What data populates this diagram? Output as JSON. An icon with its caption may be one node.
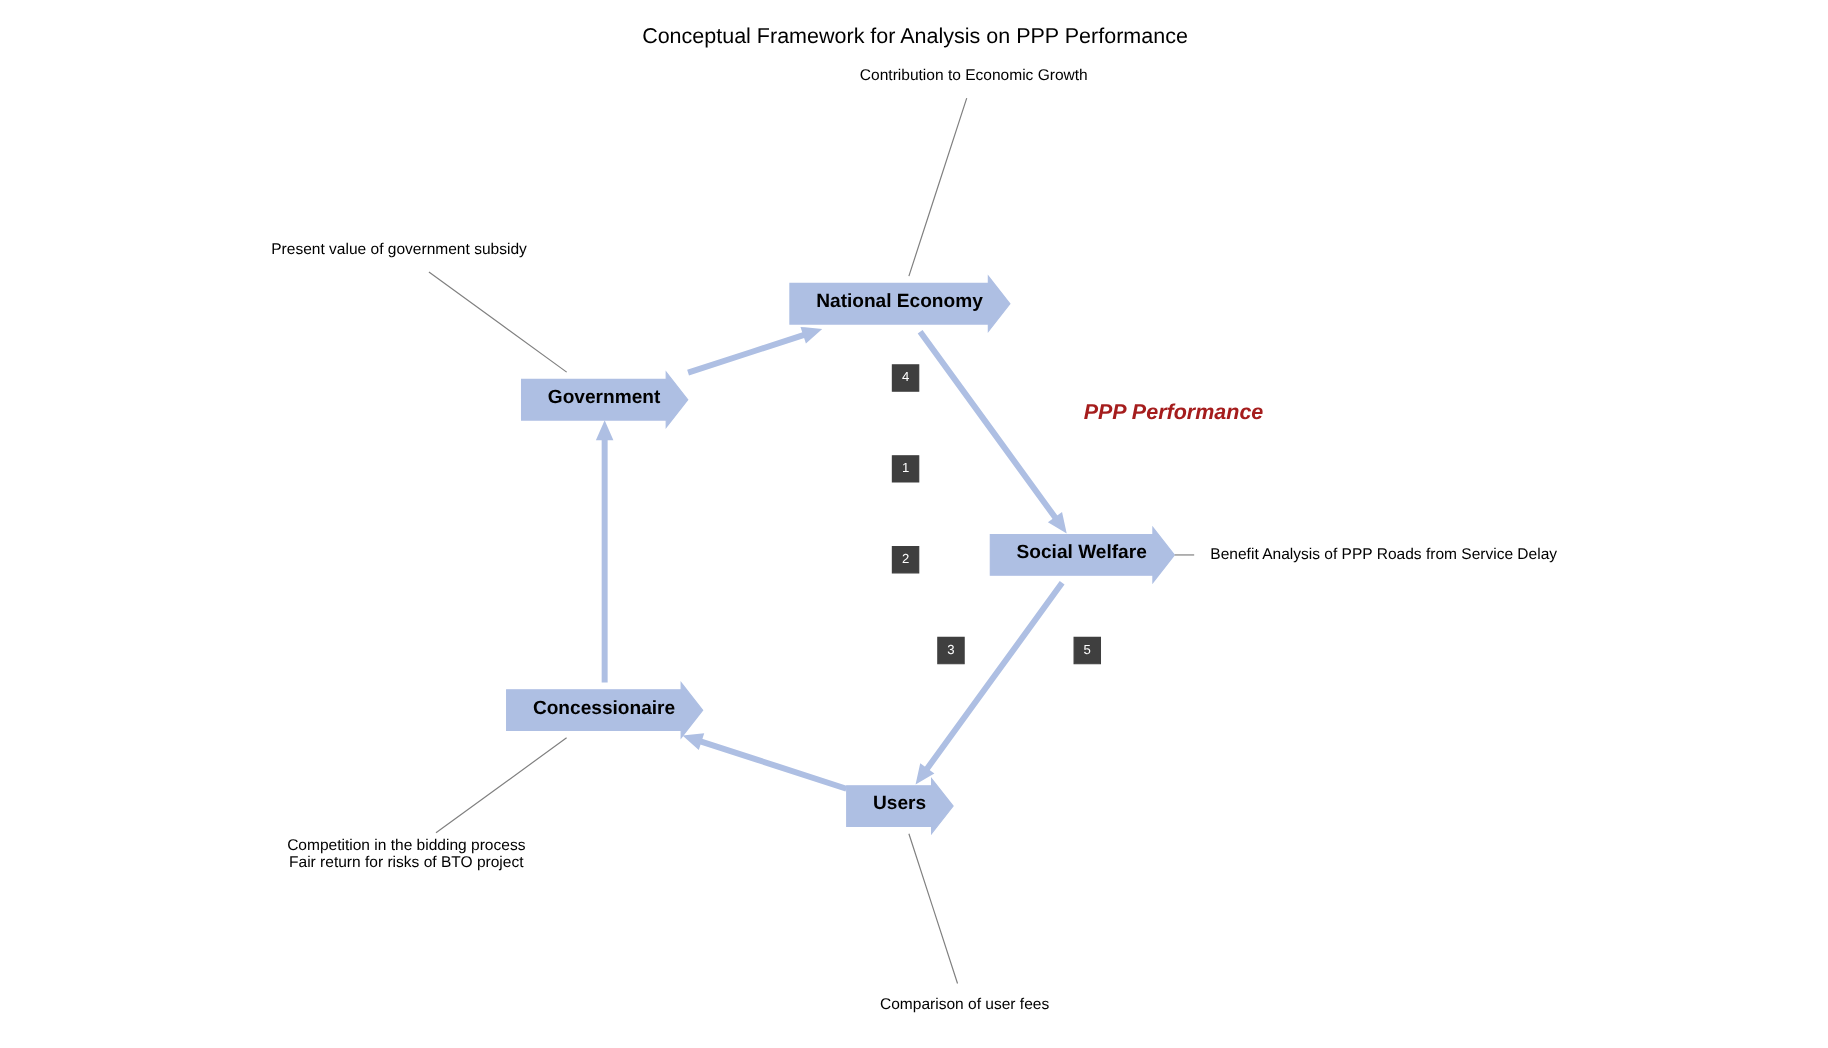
{
  "diagram": {
    "title": "Conceptual Framework for Analysis on PPP Performance",
    "nodes": [
      {
        "text": [
          "Users"
        ]
      },
      {
        "text": [
          "Concessionaire"
        ]
      },
      {
        "text": [
          "Government"
        ]
      },
      {
        "text": [
          "National Economy"
        ]
      },
      {
        "text": [
          "Social Welfare"
        ]
      },
      {
        "text": [
          "PPP Performance"
        ]
      },
      {
        "text": [
          "1"
        ]
      },
      {
        "text": [
          "Comparison of user fees"
        ]
      },
      {
        "text": [
          "2"
        ]
      },
      {
        "text": [
          "Competition in the bidding process",
          "Fair return for risks of BTO project"
        ]
      },
      {
        "text": [
          "3"
        ]
      },
      {
        "text": [
          "Present value of government subsidy"
        ]
      },
      {
        "text": [
          "5"
        ]
      },
      {
        "text": [
          "Benefit Analysis of PPP Roads from Service Delay"
        ]
      },
      {
        "text": [
          "4"
        ]
      },
      {
        "text": [
          "Contribution to Economic Growth"
        ]
      }
    ],
    "edges": [
      {
        "from": 0,
        "to": 1,
        "arrow": "to",
        "style": "thick",
        "color": "#aebfe3"
      },
      {
        "from": 1,
        "to": 2,
        "arrow": "to",
        "style": "thick",
        "color": "#aebfe3"
      },
      {
        "from": 2,
        "to": 3,
        "arrow": "to",
        "style": "thick",
        "color": "#aebfe3"
      },
      {
        "from": 3,
        "to": 4,
        "arrow": "to",
        "style": "thick",
        "color": "#aebfe3"
      },
      {
        "from": 4,
        "to": 0,
        "arrow": "to",
        "style": "thick",
        "color": "#aebfe3"
      },
      {
        "from": 7,
        "to": 0,
        "arrow": "none",
        "color": "#808080"
      },
      {
        "from": 9,
        "to": 1,
        "arrow": "none",
        "color": "#808080"
      },
      {
        "from": 11,
        "to": 2,
        "arrow": "none",
        "color": "#808080"
      },
      {
        "from": 13,
        "to": 4,
        "arrow": "none",
        "color": "#808080"
      },
      {
        "from": 15,
        "to": 3,
        "arrow": "none",
        "color": "#808080"
      }
    ]
  }
}
